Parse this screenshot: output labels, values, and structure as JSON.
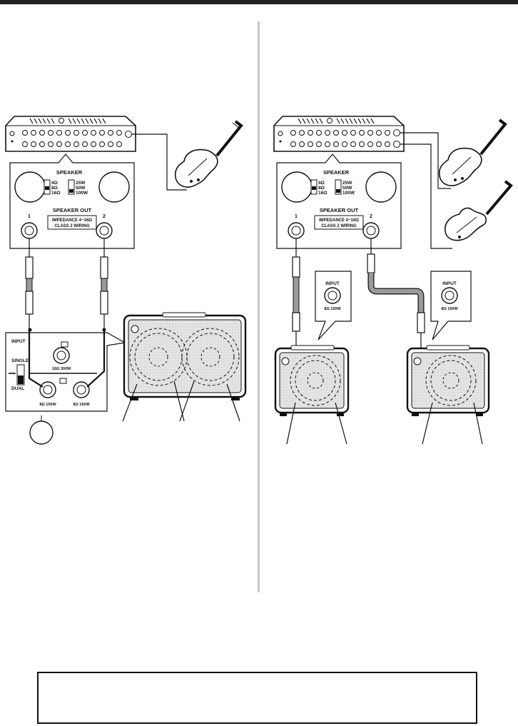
{
  "panel_labels": {
    "speaker_title": "SPEAKER",
    "speaker_out_title": "SPEAKER OUT",
    "impedance_line1": "IMPEDANCE 4~16Ω",
    "impedance_line2": "CLASS 2 WIRING",
    "imp_4": "4Ω",
    "imp_8": "8Ω",
    "imp_16": "16Ω",
    "pow_25": "25W",
    "pow_50": "50W",
    "pow_100": "100W",
    "jack_1": "1",
    "jack_2": "2"
  },
  "cab_panel": {
    "input": "INPUT",
    "input_rating": "16Ω 300W",
    "single": "SINGLE",
    "dual": "DUAL",
    "jack_a_rating": "8Ω 150W",
    "jack_b_rating": "8Ω 150W"
  },
  "small_input": {
    "label": "INPUT",
    "rating": "8Ω 150W"
  },
  "colors": {
    "ink": "#111111",
    "divider": "#c8c8c8",
    "cable_gray": "#9a9a9a",
    "grille": "#e6e6e6"
  }
}
